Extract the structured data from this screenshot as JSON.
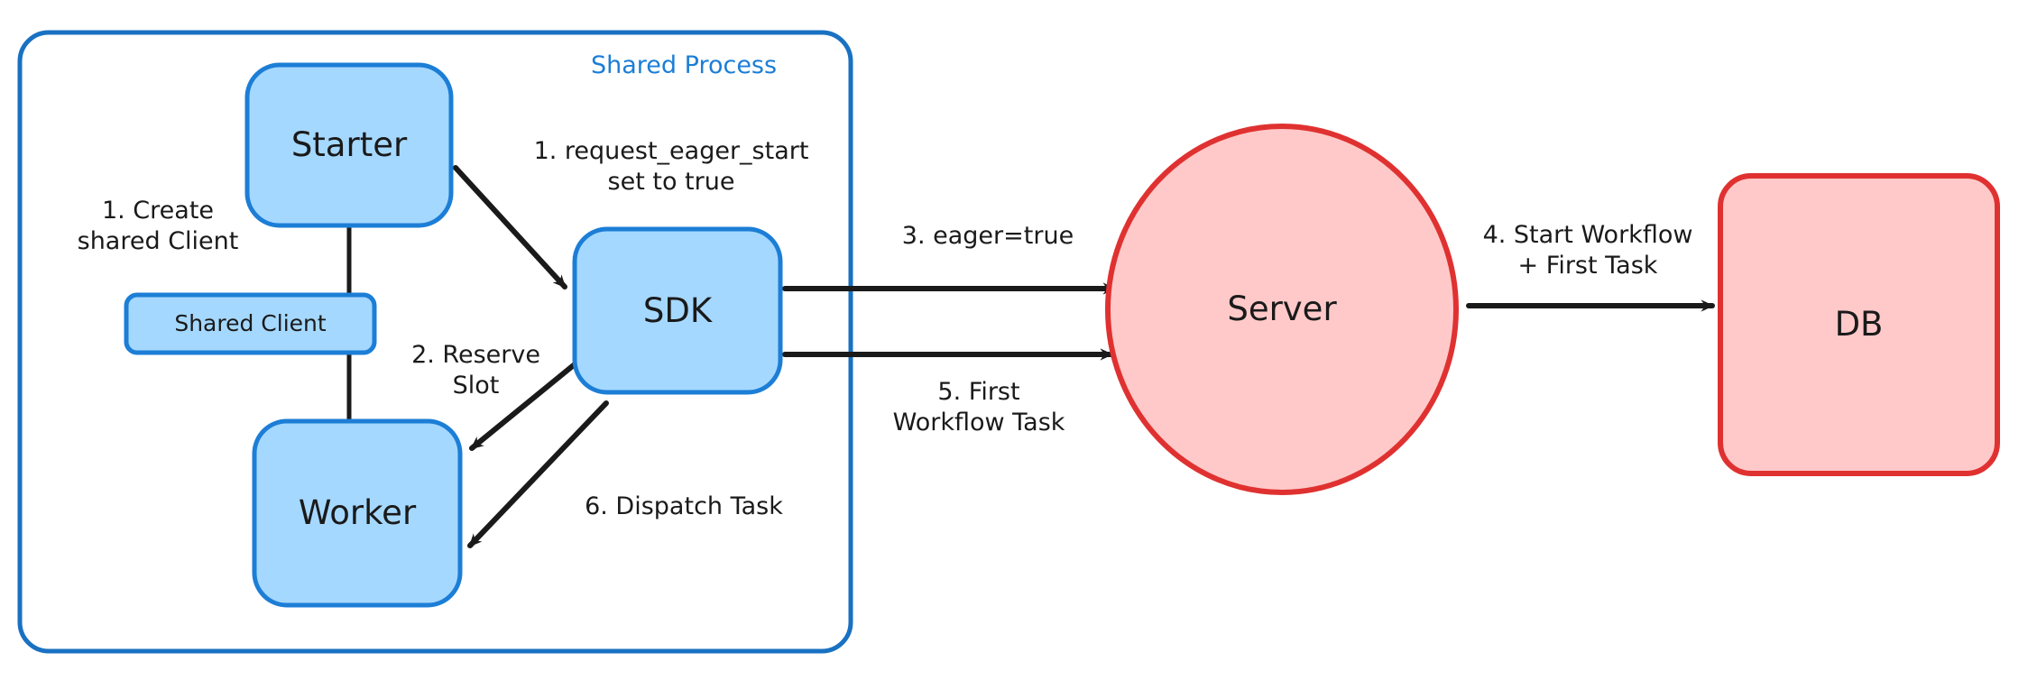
{
  "diagram": {
    "title": "Eager Workflow Start sequence diagram",
    "colors": {
      "blue_fill": "#a5d8ff",
      "blue_stroke": "#1c7ed6",
      "group_stroke": "#1971c2",
      "red_fill": "#ffc9c9",
      "red_stroke": "#e03131",
      "arrow": "#1a1a1a",
      "text": "#1a1a1a",
      "background": "#ffffff"
    },
    "group": {
      "label": "Shared Process"
    },
    "nodes": [
      {
        "id": "starter",
        "label": "Starter",
        "shape": "rounded-rect",
        "fill": "blue"
      },
      {
        "id": "shared_client",
        "label": "Shared Client",
        "shape": "rounded-rect",
        "fill": "blue"
      },
      {
        "id": "worker",
        "label": "Worker",
        "shape": "rounded-rect",
        "fill": "blue"
      },
      {
        "id": "sdk",
        "label": "SDK",
        "shape": "rounded-rect",
        "fill": "blue"
      },
      {
        "id": "server",
        "label": "Server",
        "shape": "ellipse",
        "fill": "red"
      },
      {
        "id": "db",
        "label": "DB",
        "shape": "rounded-rect",
        "fill": "red"
      }
    ],
    "edges": [
      {
        "id": "e1",
        "from": "starter",
        "to": "shared_client",
        "label": "1. Create\nshared Client",
        "arrow": false
      },
      {
        "id": "e2",
        "from": "shared_client",
        "to": "worker",
        "label": "",
        "arrow": false
      },
      {
        "id": "e3",
        "from": "starter",
        "to": "sdk",
        "label": "1. request_eager_start\nset to true",
        "arrow": true
      },
      {
        "id": "e4",
        "from": "sdk",
        "to": "worker",
        "label": "2. Reserve\nSlot",
        "arrow": true
      },
      {
        "id": "e5",
        "from": "sdk",
        "to": "worker",
        "label": "6. Dispatch Task",
        "arrow": true
      },
      {
        "id": "e6",
        "from": "sdk",
        "to": "server",
        "label": "3. eager=true",
        "arrow": true
      },
      {
        "id": "e7",
        "from": "server",
        "to": "sdk",
        "label": "5. First\nWorkflow Task",
        "arrow": true
      },
      {
        "id": "e8",
        "from": "server",
        "to": "db",
        "label": "4. Start Workflow\n+ First Task",
        "arrow": true
      }
    ]
  }
}
